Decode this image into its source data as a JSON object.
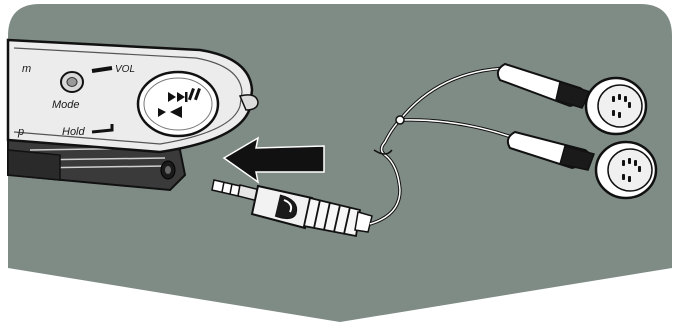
{
  "colors": {
    "panel": "#7f8b85",
    "device_body": "#ececec",
    "outline": "#111111",
    "arrow": "#111111",
    "white": "#ffffff"
  },
  "labels": {
    "vol": "VOL",
    "mode": "Mode",
    "hold": "Hold",
    "edge_top": "m",
    "edge_bottom": "p"
  }
}
